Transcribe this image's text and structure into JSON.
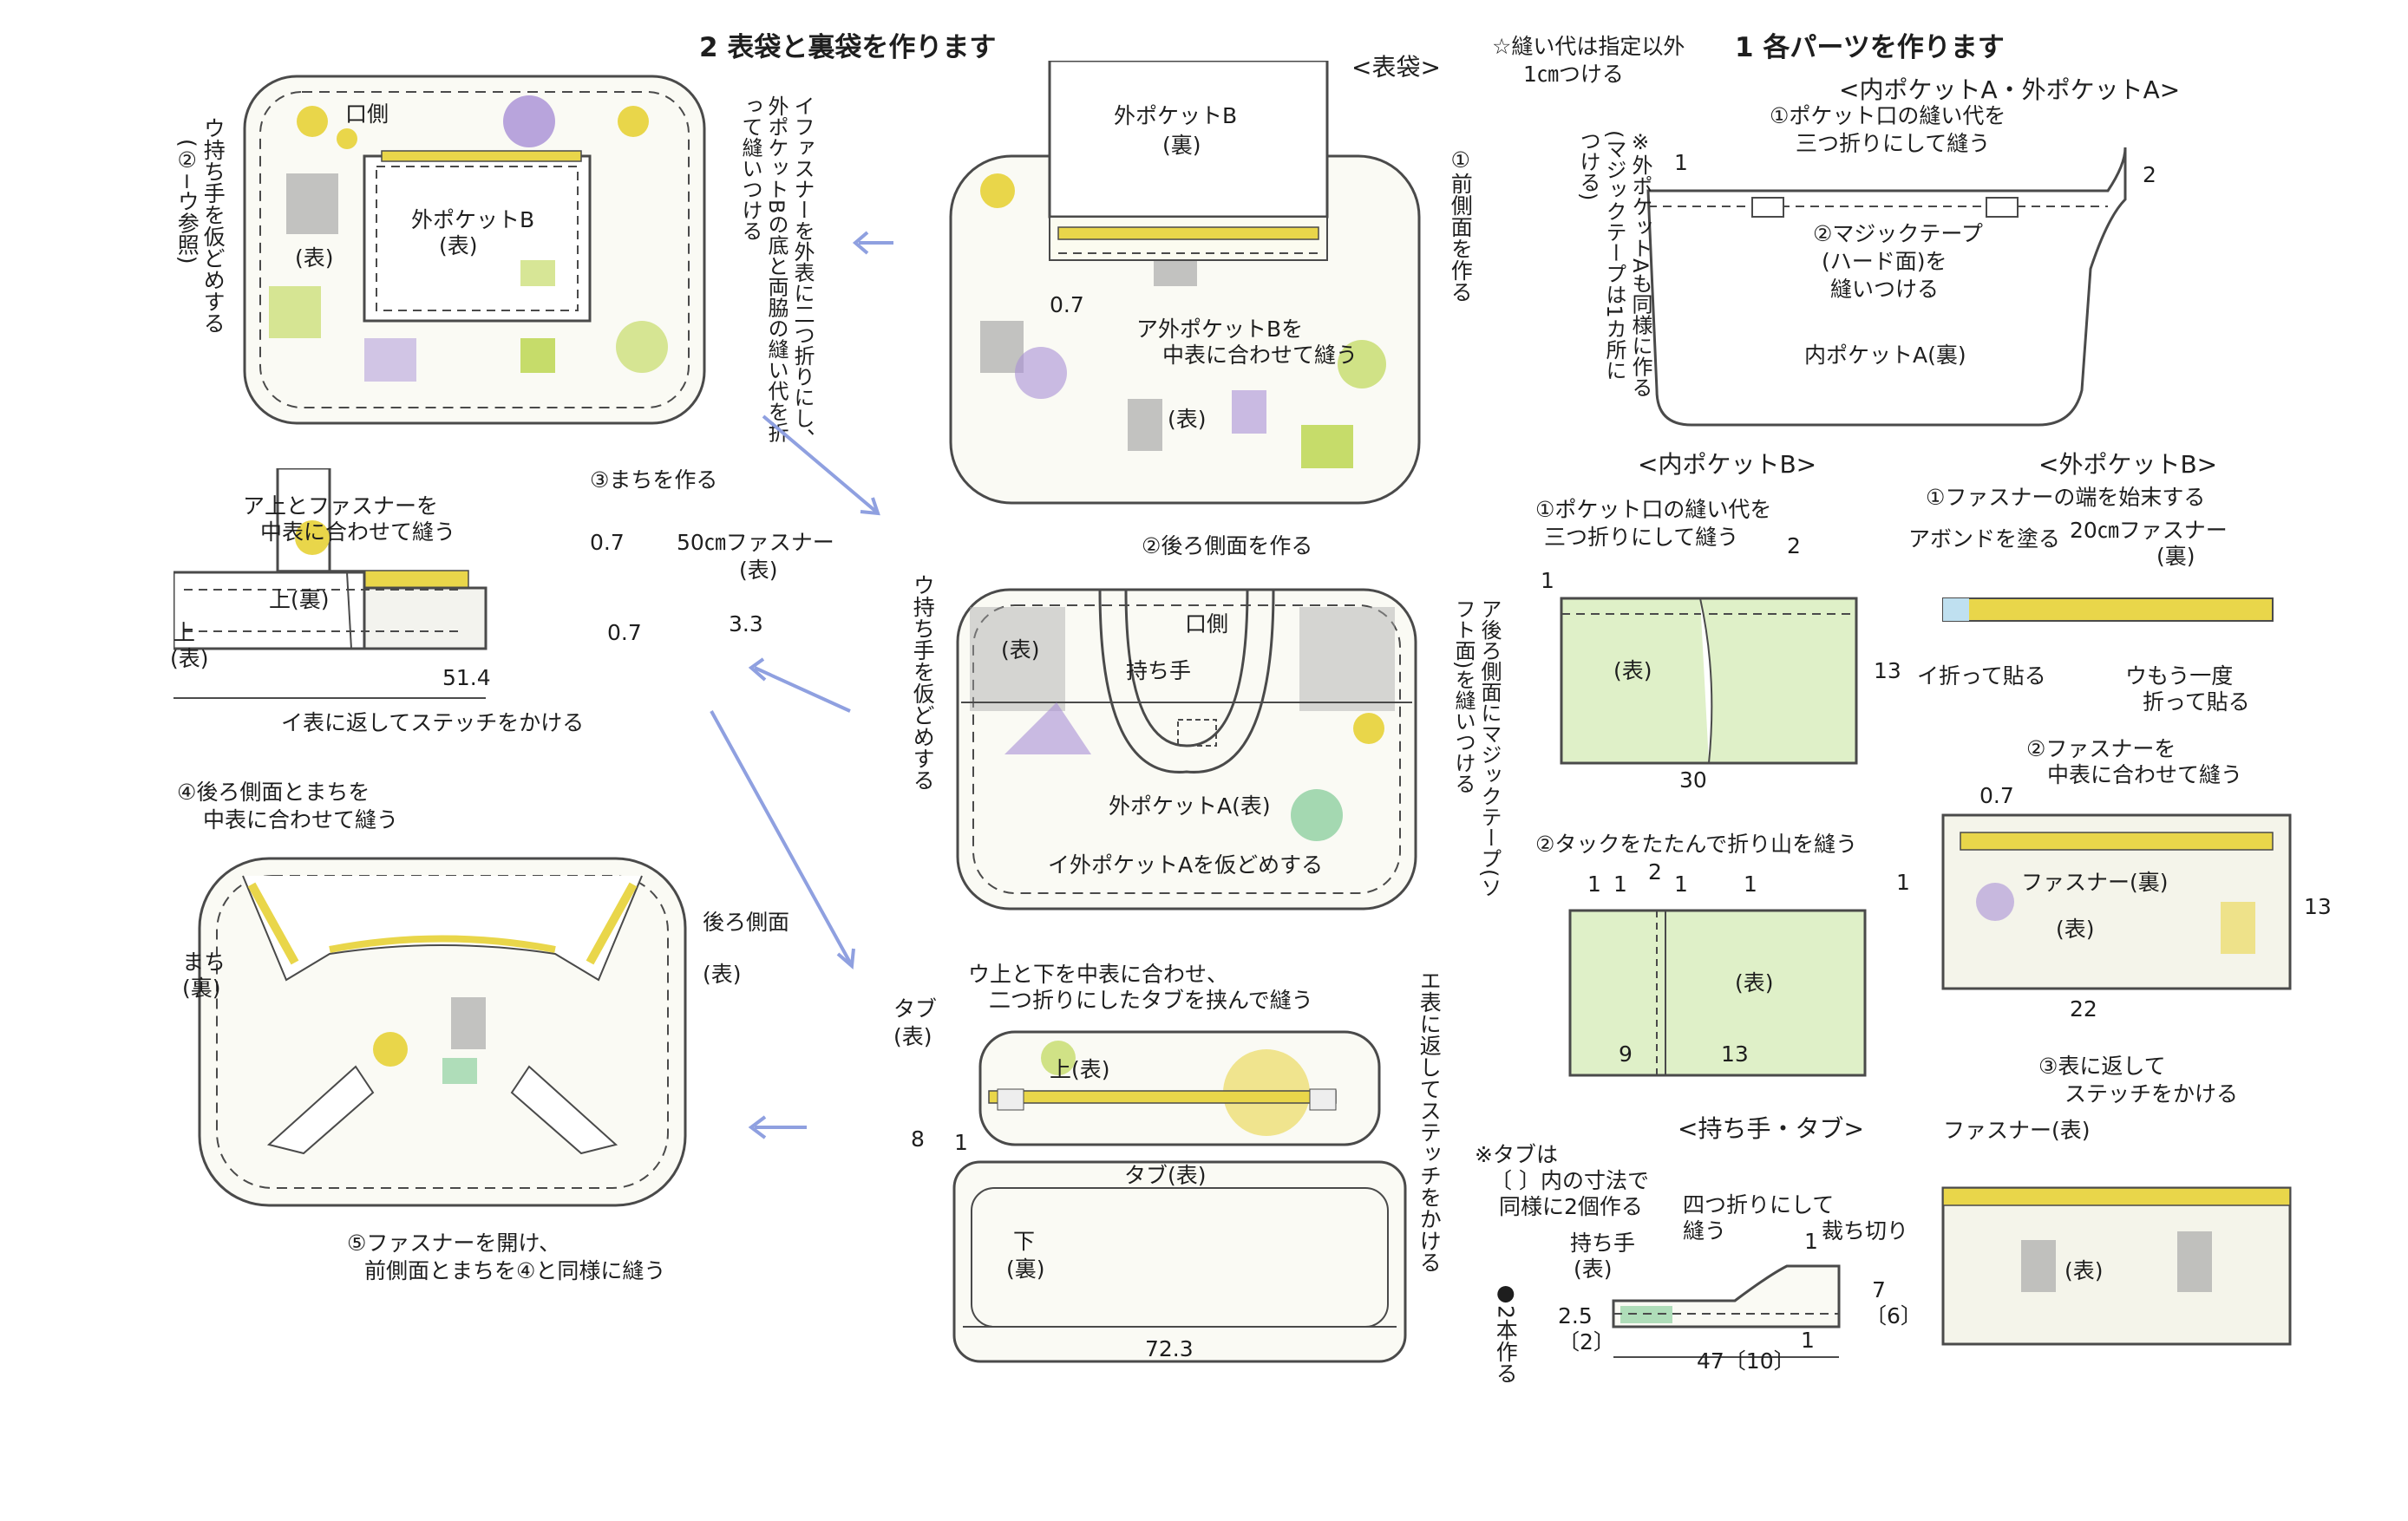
{
  "sec2": {
    "title": "2 表袋と裏袋を作ります",
    "omote_title": "<表袋>",
    "f1": {
      "kuchigawa": "口側",
      "pocket": "外ポケットB",
      "omote": "(表)",
      "bag_omote": "(表)",
      "u_note": "ウ持ち手を仮どめする",
      "u_ref": "(②−ウ参照)",
      "i_note": "イファスナーを外表に二つ折りにし、外ポケットBの底と両脇の縫い代を折って縫いつける"
    },
    "f2": {
      "step": "①前側面を作る",
      "pocket": "外ポケットB",
      "ura": "(裏)",
      "dim": "0.7",
      "a_note": "ア外ポケットBを",
      "a_note2": "中表に合わせて縫う",
      "omote": "(表)"
    },
    "f3": {
      "step": "③まちを作る",
      "a_note": "ア上とファスナーを",
      "a_note2": "中表に合わせて縫う",
      "d07a": "0.7",
      "zipper": "50㎝ファスナー",
      "zipper_o": "(表)",
      "ue": "上(裏)",
      "d07b": "0.7",
      "d33": "3.3",
      "ue2": "上",
      "ue2o": "(表)",
      "d514": "51.4",
      "i_note": "イ表に返してステッチをかける"
    },
    "f4": {
      "step": "②後ろ側面を作る",
      "u_note": "ウ持ち手を仮どめする",
      "omote": "(表)",
      "kuchigawa": "口側",
      "handle": "持ち手",
      "pocketA": "外ポケットA(表)",
      "i_note": "イ外ポケットAを仮どめする",
      "a_note": "ア後ろ側面にマジックテープ(ソフト面)を縫いつける"
    },
    "f5": {
      "step": "④後ろ側面とまちを",
      "step2": "中表に合わせて縫う",
      "machi": "まち",
      "machi_u": "(裏)",
      "back": "後ろ側面",
      "back_o": "(表)",
      "step5": "⑤ファスナーを開け、",
      "step5b": "前側面とまちを④と同様に縫う"
    },
    "f6": {
      "u_note": "ウ上と下を中表に合わせ、",
      "u_note2": "二つ折りにしたタブを挟んで縫う",
      "tab": "タブ",
      "tab_o": "(表)",
      "ue": "上(表)",
      "d8": "8",
      "d1": "1",
      "tab2": "タブ(表)",
      "shita": "下",
      "shita_u": "(裏)",
      "e_note": "エ表に返してステッチをかける",
      "d723": "72.3"
    }
  },
  "sec1": {
    "allowance": "☆縫い代は指定以外",
    "allowance2": "1㎝つける",
    "title": "1 各パーツを作ります",
    "ptA": {
      "title": "<内ポケットA・外ポケットA>",
      "s1": "①ポケット口の縫い代を",
      "s1b": "三つ折りにして縫う",
      "d1": "1",
      "d2": "2",
      "s2": "②マジックテープ",
      "s2b": "(ハード面)を",
      "s2c": "縫いつける",
      "label": "内ポケットA(裏)",
      "note": "※外ポケットAも同様に作る(マジックテープは1カ所につける)"
    },
    "ptB": {
      "title": "<内ポケットB>",
      "s1": "①ポケット口の縫い代を",
      "s1b": "三つ折りにして縫う",
      "d1": "1",
      "d2": "2",
      "omote": "(表)",
      "d13": "13",
      "d30": "30",
      "s2": "②タックをたたんで折り山を縫う",
      "t1a": "1",
      "t1b": "1",
      "t2": "2",
      "t1c": "1",
      "t1d": "1",
      "omote2": "(表)",
      "d9": "9",
      "d13b": "13"
    },
    "oB": {
      "title": "<外ポケットB>",
      "s1": "①ファスナーの端を始末する",
      "a": "アボンドを塗る",
      "zip": "20㎝ファスナー",
      "zip_u": "(裏)",
      "i": "イ折って貼る",
      "u": "ウもう一度",
      "u2": "折って貼る",
      "s2": "②ファスナーを",
      "s2b": "中表に合わせて縫う",
      "d07": "0.7",
      "d1": "1",
      "zip2": "ファスナー(裏)",
      "omote": "(表)",
      "d13": "13",
      "d22": "22",
      "s3": "③表に返して",
      "s3b": "ステッチをかける",
      "zip3": "ファスナー(表)",
      "omote2": "(表)"
    },
    "handle": {
      "title": "<持ち手・タブ>",
      "note": "※タブは",
      "note2": "〔 〕内の寸法で",
      "note3": "同様に2個作る",
      "fold": "四つ折りにして",
      "fold2": "縫う",
      "h": "持ち手",
      "ho": "(表)",
      "cut": "裁ち切り",
      "d1a": "1",
      "d1b": "1",
      "d7": "7",
      "d6": "〔6〕",
      "d25": "2.5",
      "d2": "〔2〕",
      "d47": "47〔10〕",
      "d2hon": "●2本作る"
    }
  },
  "colors": {
    "pencil": "#4a4a4a",
    "lilac": "#a88fd6",
    "gray": "#a9a9a9",
    "yellow": "#e9d64a",
    "lime": "#c6dc6a",
    "green": "#8fd0a0",
    "arrow": "#8fa0e0"
  }
}
